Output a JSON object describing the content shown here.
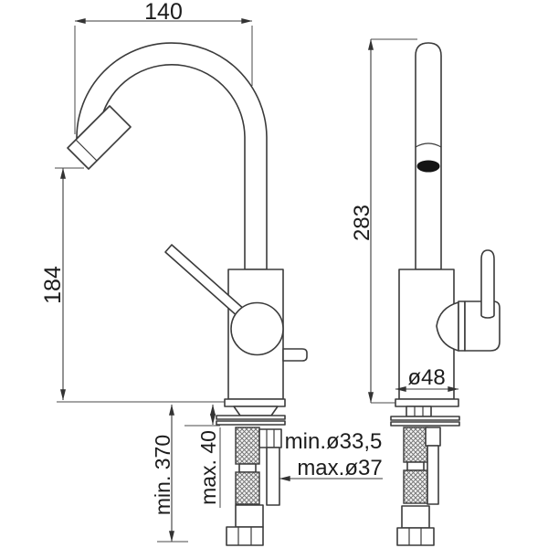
{
  "drawing": {
    "kind": "single-lever basin faucet installation diagram, front and side orthographic views",
    "dimensions": {
      "spout_reach": "140",
      "front_height": "184",
      "side_height": "283",
      "hose_min_length": "min. 370",
      "counter_max_thickness": "max. 40",
      "hole_diameter_min": "min.ø33,5",
      "hole_diameter_max": "max.ø37",
      "body_diameter": "ø48"
    },
    "colors": {
      "line": "#3b3b3b",
      "text": "#1c1c1c",
      "outlet_fill": "#141414",
      "background": "#ffffff"
    }
  }
}
